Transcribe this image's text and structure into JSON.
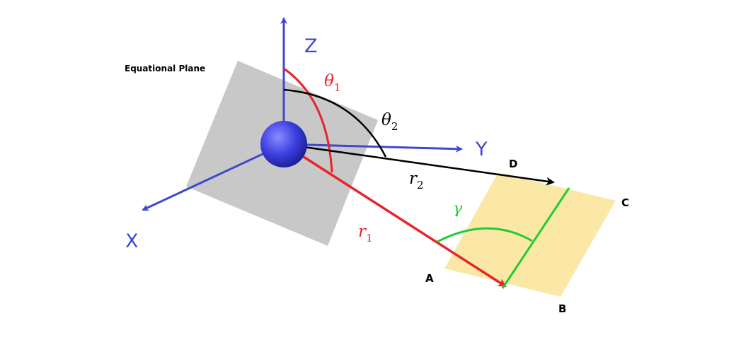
{
  "plane_label": "Equational Plane",
  "axes": {
    "z": "Z",
    "y": "Y",
    "x": "X"
  },
  "angles": {
    "theta1": {
      "symbol": "θ",
      "sub": "1"
    },
    "theta2": {
      "symbol": "θ",
      "sub": "2"
    },
    "gamma": {
      "symbol": "γ"
    }
  },
  "vectors": {
    "r1": {
      "symbol": "r",
      "sub": "1"
    },
    "r2": {
      "symbol": "r",
      "sub": "2"
    }
  },
  "points": {
    "a": "A",
    "b": "B",
    "c": "C",
    "d": "D"
  },
  "colors": {
    "axis": "#3f48cc",
    "theta1": "#e8232a",
    "r1": "#e8232a",
    "theta2": "#000000",
    "r2": "#000000",
    "gamma": "#22cc33",
    "plane": "#c8c8c8",
    "target_plane": "#fbe8a6",
    "sphere": "#4040dd"
  }
}
